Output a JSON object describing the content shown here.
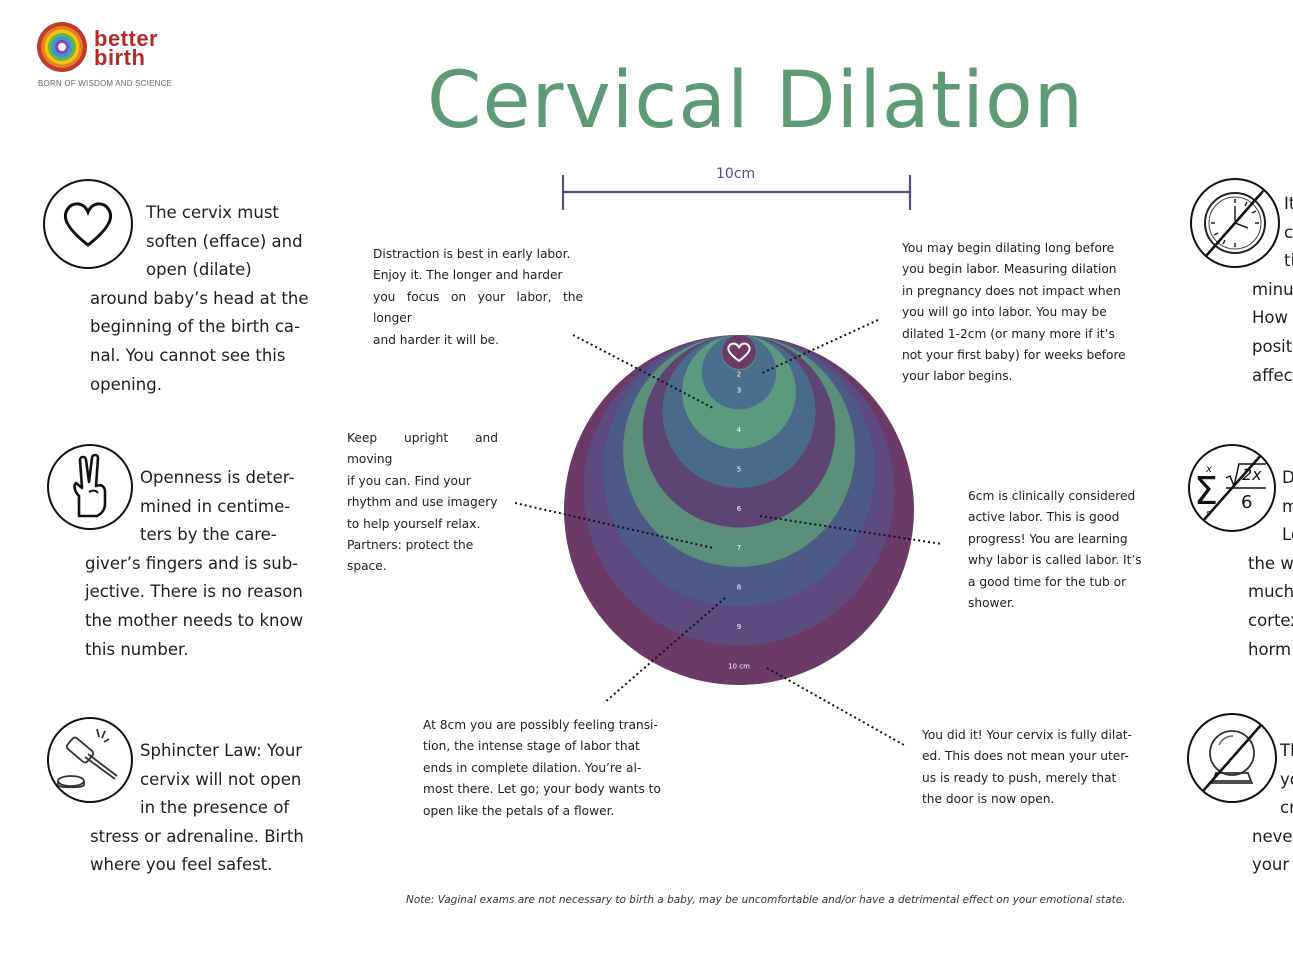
{
  "brand": {
    "name_line1": "better",
    "name_line2": "birth",
    "tagline": "BORN OF WISDOM AND SCIENCE"
  },
  "title": "Cervical Dilation",
  "scale_label": "10cm",
  "left_panels": [
    {
      "icon": "heart-icon",
      "lines": [
        "The cervix must",
        "soften (efface) and",
        "open (dilate)",
        "around baby’s head at the",
        "beginning of the birth ca-",
        "nal. You cannot see this",
        "opening."
      ]
    },
    {
      "icon": "two-fingers-icon",
      "lines": [
        "Openness is deter-",
        "mined in centime-",
        "ters by the care-",
        "giver’s fingers and is sub-",
        "jective. There is no reason",
        "the mother needs to know",
        "this number."
      ]
    },
    {
      "icon": "gavel-icon",
      "lines": [
        "Sphincter Law: Your",
        "cervix will not open",
        "in the presence of",
        "stress or adrenaline. Birth",
        "where you feel safest."
      ]
    }
  ],
  "right_panels": [
    {
      "icon": "no-clock-icon",
      "lines": [
        "It",
        "c",
        "ti",
        "minu",
        "How",
        "positi",
        "affec"
      ]
    },
    {
      "icon": "no-math-icon",
      "lines": [
        "D",
        "m",
        "Le",
        "the w",
        "much",
        "cortex",
        "horm"
      ]
    },
    {
      "icon": "no-crystal-ball-icon",
      "lines": [
        "Th",
        "yo",
        "cr",
        "never",
        "your"
      ]
    }
  ],
  "math_icon": {
    "sum_top": "x",
    "sum_bottom": "s",
    "numerator": "2x",
    "denominator": "6"
  },
  "annotations": [
    {
      "lines": [
        "Distraction is best in early labor.",
        "Enjoy it. The longer and harder",
        "you focus on your labor, the longer",
        "and harder it will be."
      ]
    },
    {
      "lines": [
        "You may begin dilating long before",
        "you begin labor. Measuring dilation",
        "in pregnancy does not impact when",
        "you will go into labor.  You may be",
        "dilated 1-2cm  (or many more if it’s",
        "not your first baby) for weeks before",
        "your labor begins."
      ]
    },
    {
      "lines": [
        "Keep upright and moving",
        "if you can. Find your",
        "rhythm and use imagery",
        "to help yourself relax.",
        "Partners: protect the",
        "space."
      ]
    },
    {
      "lines": [
        "6cm is clinically considered",
        "active labor.  This is good",
        "progress!  You are learning",
        "why labor is called labor.  It’s",
        "a good time for the tub or",
        "shower."
      ]
    },
    {
      "lines": [
        "At 8cm you are possibly feeling transi-",
        "tion, the intense stage of labor that",
        "ends in complete dilation. You’re al-",
        "most there. Let go; your body wants to",
        "open like the petals of a flower."
      ]
    },
    {
      "lines": [
        "You did it! Your cervix is fully dilat-",
        "ed. This does not mean your uter-",
        "us is ready to push, merely that",
        "the door is now open."
      ]
    }
  ],
  "rings": [
    {
      "label": "10 cm",
      "color": "#6b3a66"
    },
    {
      "label": "9",
      "color": "#5d4a7e"
    },
    {
      "label": "8",
      "color": "#4b5b86"
    },
    {
      "label": "7",
      "color": "#5b8f7c"
    },
    {
      "label": "6",
      "color": "#5e4472"
    },
    {
      "label": "5",
      "color": "#4a6a8a"
    },
    {
      "label": "4",
      "color": "#5b9a7e"
    },
    {
      "label": "3",
      "color": "#4a6f8c"
    },
    {
      "label": "2",
      "color": "#5f9a7c"
    }
  ],
  "center_badge": {
    "icon": "heart-icon",
    "color": "#6b3a66"
  },
  "note": "Note: Vaginal exams are not necessary to birth a baby, may be uncomfortable and/or have a detrimental effect on your emotional state.",
  "colors": {
    "title_green": "#5e9a76",
    "scale_purple": "#5b4a80",
    "logo_red": "#b52a2a"
  }
}
